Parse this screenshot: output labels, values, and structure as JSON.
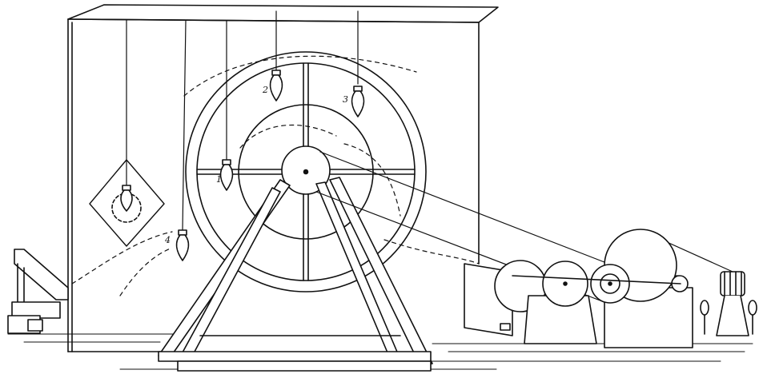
{
  "illustration": {
    "ink_color": "#111111",
    "paper_color": "#ffffff",
    "lamp_labels": [
      "1",
      "2",
      "3",
      "4"
    ]
  }
}
